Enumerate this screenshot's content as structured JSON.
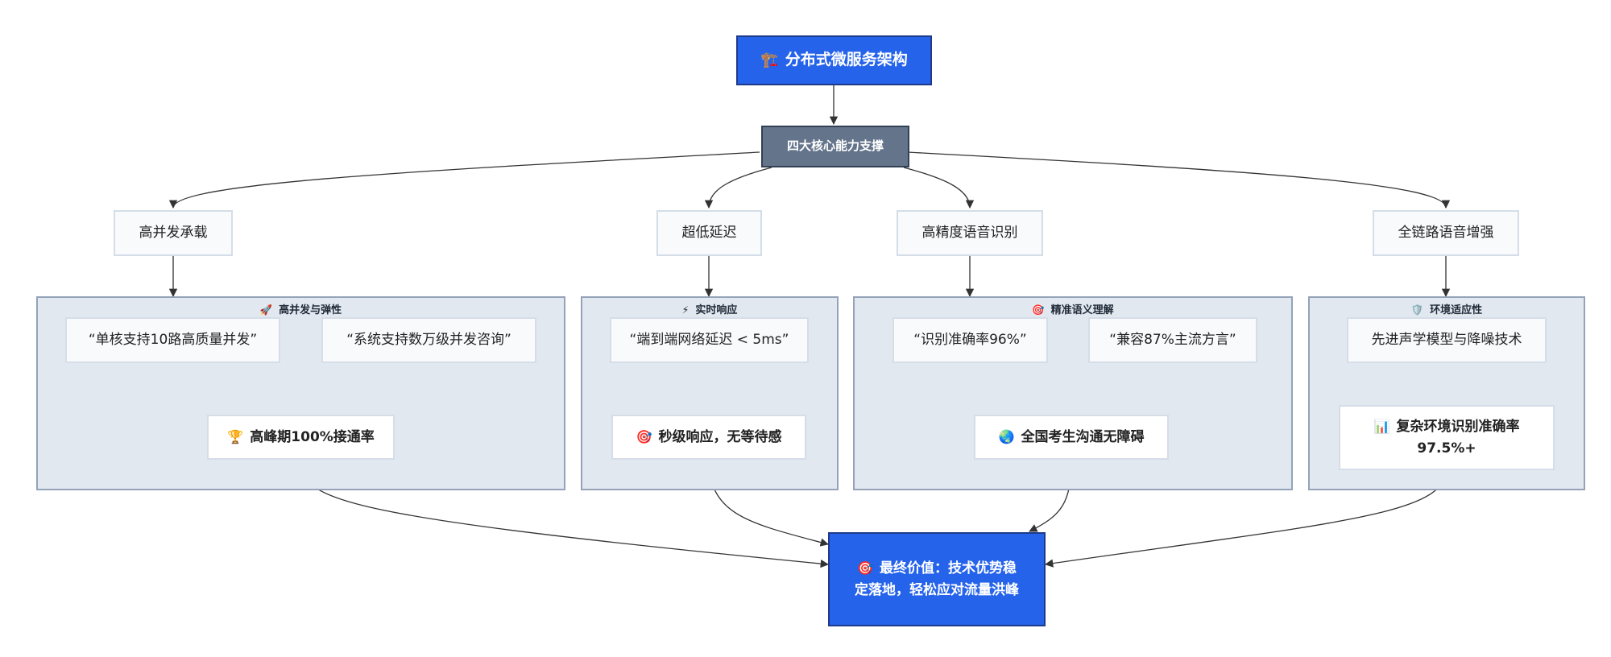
{
  "top": {
    "icon": "🏗️",
    "label": "分布式微服务架构"
  },
  "core": {
    "label": "四大核心能力支撑"
  },
  "pillars": [
    {
      "label": "高并发承载"
    },
    {
      "label": "超低延迟"
    },
    {
      "label": "高精度语音识别"
    },
    {
      "label": "全链路语音增强"
    }
  ],
  "clusters": [
    {
      "icon": "🚀",
      "title": "高并发与弹性",
      "facts": [
        "“单核支持10路高质量并发”",
        "“系统支持数万级并发咨询”"
      ],
      "result": {
        "icon": "🏆",
        "label": "高峰期100%接通率"
      }
    },
    {
      "icon": "⚡",
      "title": "实时响应",
      "facts": [
        "“端到端网络延迟 < 5ms”"
      ],
      "result": {
        "icon": "🎯",
        "label": "秒级响应，无等待感"
      }
    },
    {
      "icon": "🎯",
      "title": "精准语义理解",
      "facts": [
        "“识别准确率96%”",
        "“兼容87%主流方言”"
      ],
      "result": {
        "icon": "🌏",
        "label": "全国考生沟通无障碍"
      }
    },
    {
      "icon": "🛡️",
      "title": "环境适应性",
      "facts": [
        "先进声学模型与降噪技术"
      ],
      "result": {
        "icon": "📊",
        "label": "复杂环境识别准确率 97.5%+"
      }
    }
  ],
  "final": {
    "icon": "🎯",
    "label": "最终价值：技术优势稳定落地，轻松应对流量洪峰"
  },
  "colors": {
    "primary": "#2563eb",
    "core": "#64748b",
    "cluster_bg": "#e2e8f0"
  }
}
